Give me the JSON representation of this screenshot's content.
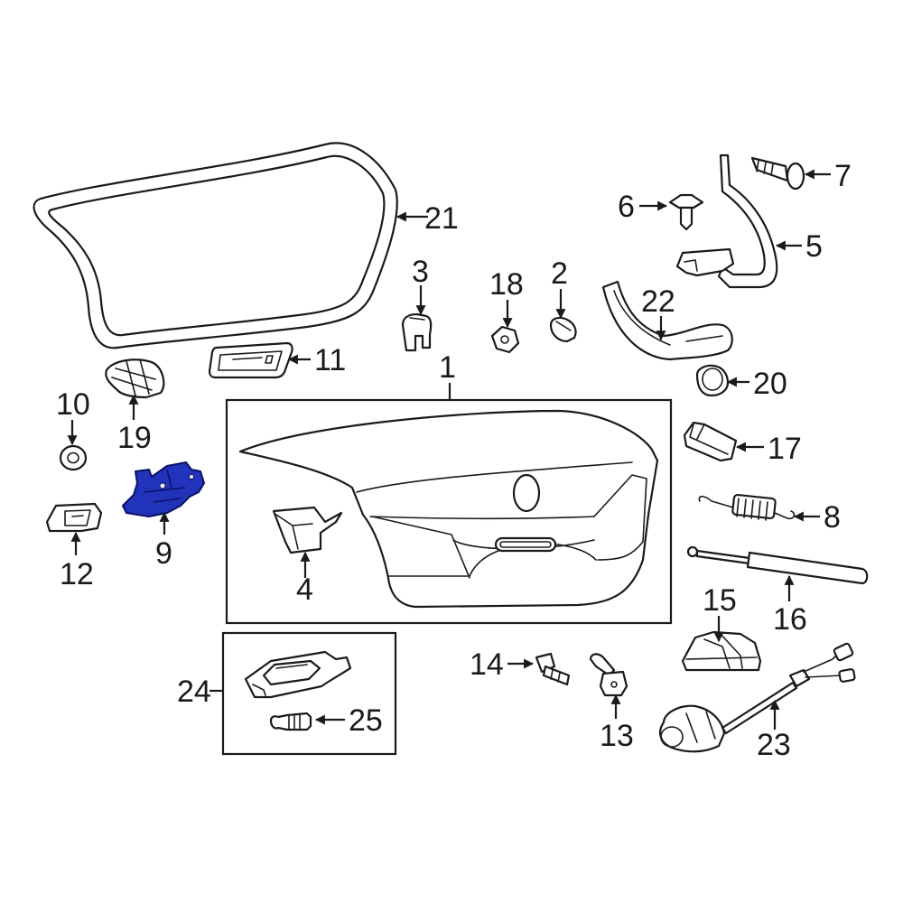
{
  "diagram": {
    "highlight_color": "#2233bb",
    "line_color": "#1a1a1a",
    "callouts": {
      "c1": "1",
      "c2": "2",
      "c3": "3",
      "c4": "4",
      "c5": "5",
      "c6": "6",
      "c7": "7",
      "c8": "8",
      "c9": "9",
      "c10": "10",
      "c11": "11",
      "c12": "12",
      "c13": "13",
      "c14": "14",
      "c15": "15",
      "c16": "16",
      "c17": "17",
      "c18": "18",
      "c19": "19",
      "c20": "20",
      "c21": "21",
      "c22": "22",
      "c23": "23",
      "c24": "24",
      "c25": "25"
    }
  }
}
